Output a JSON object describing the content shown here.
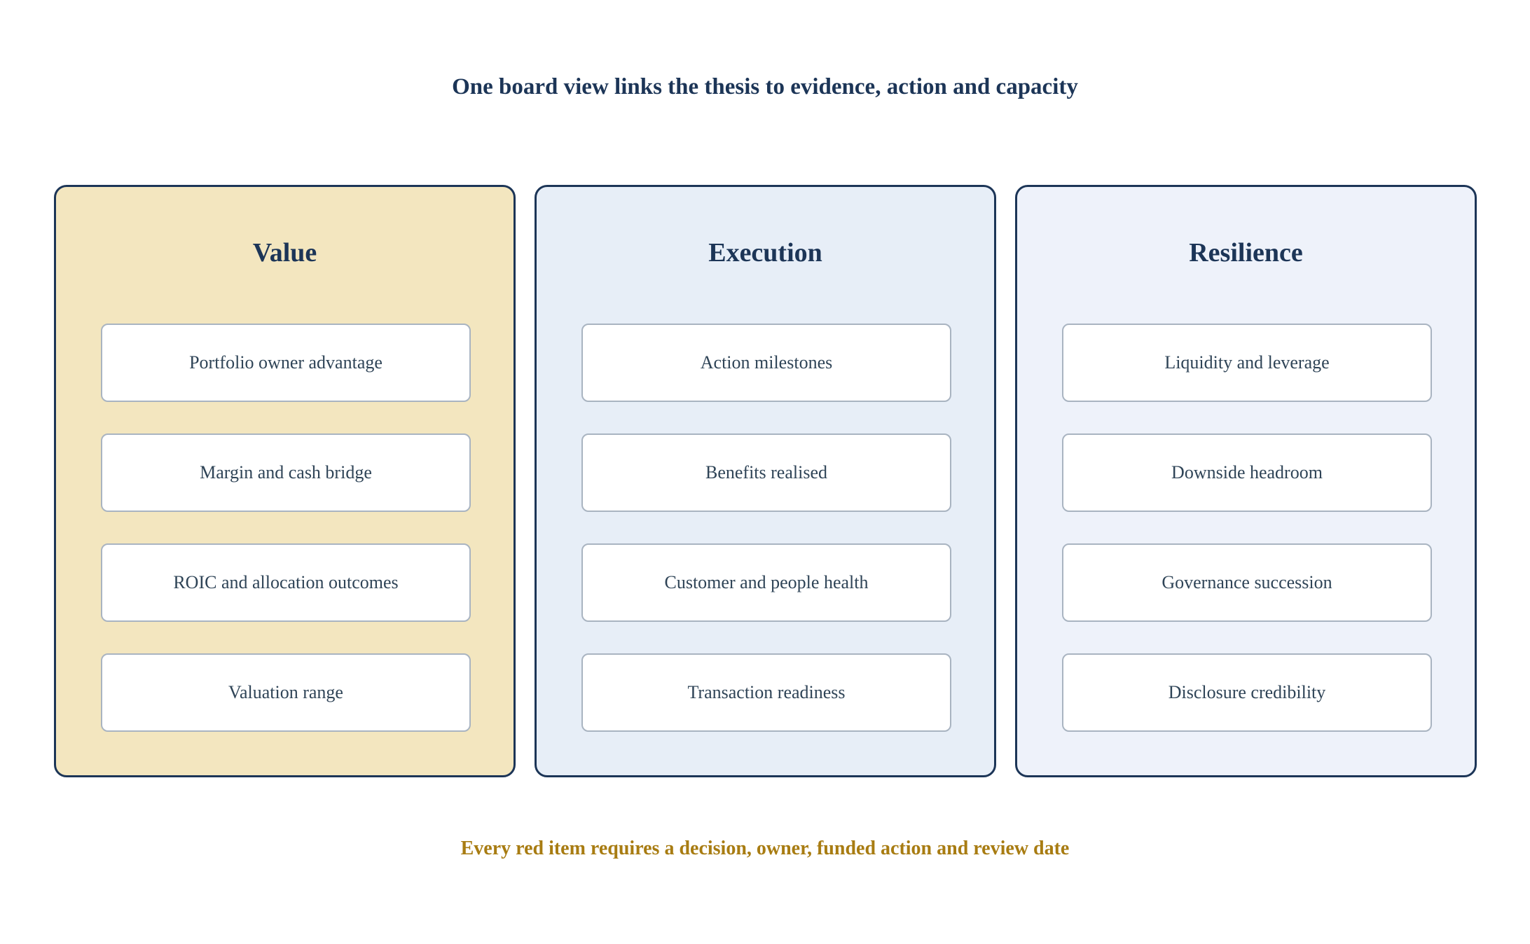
{
  "title": "One board view links the thesis to evidence, action and capacity",
  "columns": [
    {
      "heading": "Value",
      "items": [
        "Portfolio owner advantage",
        "Margin and cash bridge",
        "ROIC and allocation outcomes",
        "Valuation range"
      ]
    },
    {
      "heading": "Execution",
      "items": [
        "Action milestones",
        "Benefits realised",
        "Customer and people health",
        "Transaction readiness"
      ]
    },
    {
      "heading": "Resilience",
      "items": [
        "Liquidity and leverage",
        "Downside headroom",
        "Governance succession",
        "Disclosure credibility"
      ]
    }
  ],
  "footer": "Every red item requires a decision, owner, funded action and review date",
  "colors": {
    "navy": "#1c3557",
    "value_panel": "#f3e6bf",
    "execution_panel": "#e7eef7",
    "resilience_panel": "#eef2fa",
    "footer_gold": "#a87c12"
  }
}
